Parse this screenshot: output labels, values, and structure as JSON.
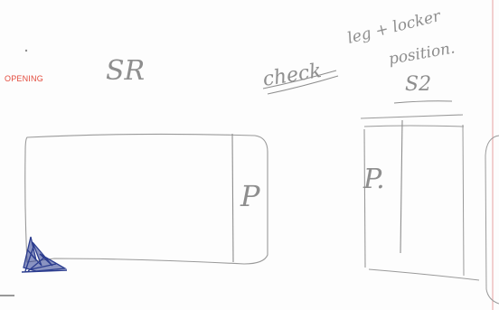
{
  "document": {
    "section_label": "OPENING",
    "annotations": {
      "sr": "SR",
      "check": "check",
      "note_line1": "leg + locker",
      "note_line2": "position.",
      "s2": "S2",
      "p_left": "P",
      "p_right": "P."
    }
  },
  "colors": {
    "pencil": "#8e8e8e",
    "ink_blue": "#2c3d8f",
    "margin_red": "#e34b3d",
    "margin_line": "#e6a1a1"
  }
}
